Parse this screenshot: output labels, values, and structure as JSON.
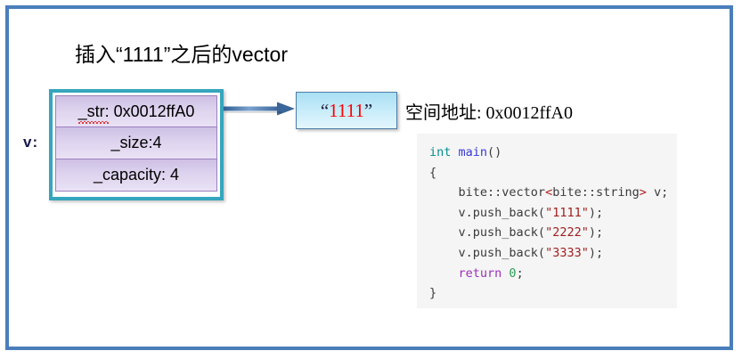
{
  "slide": {
    "title": "插入“1111”之后的vector",
    "frame_color": "#4a7ebb",
    "background": "#ffffff"
  },
  "vector": {
    "variable_label": "v:",
    "border_color": "#35a6bd",
    "row_fill": "#d7cbe9",
    "rows": [
      {
        "name": "str-field",
        "text": "_str: 0x0012ffA0"
      },
      {
        "name": "size-field",
        "text": "_size:4"
      },
      {
        "name": "capacity-field",
        "text": "_capacity: 4"
      }
    ]
  },
  "arrow": {
    "color": "#4a7ebb",
    "direction": "right"
  },
  "string_box": {
    "quote_open": "“",
    "value": "1111",
    "quote_close": "”",
    "value_color": "#ff0000",
    "fill": "#b9e5f6",
    "border_color": "#4e7ca8"
  },
  "address_note": {
    "text": "空间地址: 0x0012ffA0",
    "label": "空间地址",
    "address": "0x0012ffA0"
  },
  "code": {
    "background": "#f5f5f5",
    "lines": [
      {
        "kw": "int",
        "fn": "main",
        "tail": "()"
      },
      {
        "plain": "{"
      },
      {
        "indent": "    ",
        "plain_a": "bite::vector",
        "angle_open": "<",
        "plain_b": "bite::string",
        "angle_close": ">",
        "plain_c": " v;"
      },
      {
        "indent": "    ",
        "plain_a": "v.push_back(",
        "str": "\"1111\"",
        "plain_c": ");"
      },
      {
        "indent": "    ",
        "plain_a": "v.push_back(",
        "str": "\"2222\"",
        "plain_c": ");"
      },
      {
        "indent": "    ",
        "plain_a": "v.push_back(",
        "str": "\"3333\"",
        "plain_c": ");"
      },
      {
        "indent": "    ",
        "ret": "return",
        "num": " 0",
        "plain_c": ";"
      },
      {
        "plain": "}"
      }
    ],
    "colors": {
      "keyword": "#008f8f",
      "function": "#3838d8",
      "string": "#a02020",
      "return": "#9b30b8",
      "number": "#2e9b57",
      "plain": "#3b3b3b"
    }
  }
}
